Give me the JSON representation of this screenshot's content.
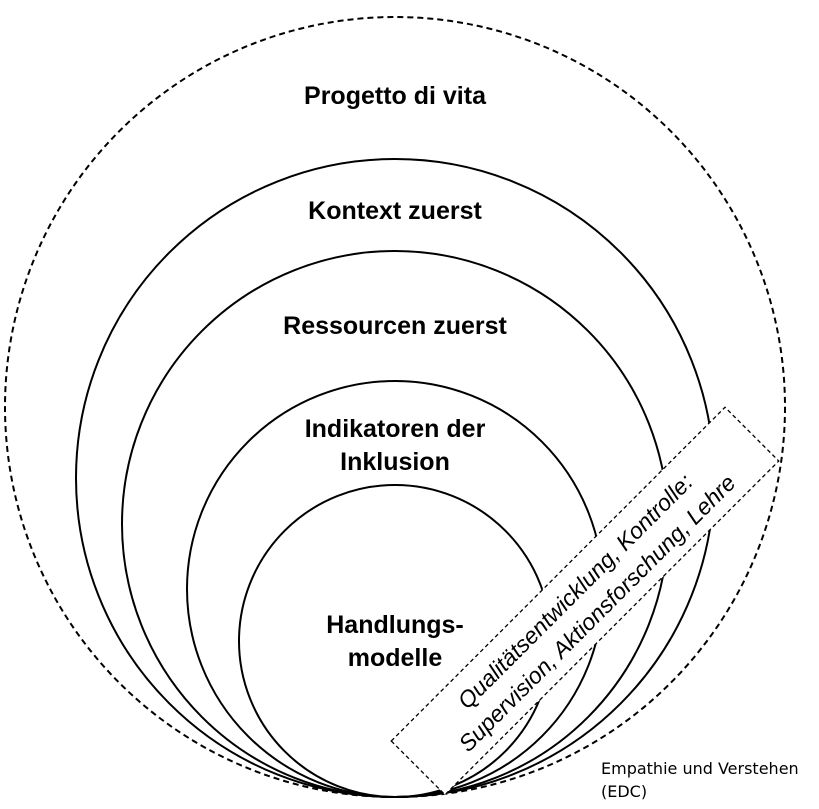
{
  "circles": [
    {
      "label_lines": [
        "Progetto di vita"
      ],
      "style": "dashed"
    },
    {
      "label_lines": [
        "Kontext zuerst"
      ],
      "style": "solid"
    },
    {
      "label_lines": [
        "Ressourcen zuerst"
      ],
      "style": "solid"
    },
    {
      "label_lines": [
        "Indikatoren der",
        "Inklusion"
      ],
      "style": "solid"
    },
    {
      "label_lines": [
        "Handlungs-",
        "modelle"
      ],
      "style": "solid"
    }
  ],
  "banner": {
    "line1": "Qualitätsentwicklung, Kontrolle:",
    "line2": "Supervision, Aktionsforschung, Lehre"
  },
  "caption": {
    "line1": "Empathie und Verstehen",
    "line2": "(EDC)"
  }
}
